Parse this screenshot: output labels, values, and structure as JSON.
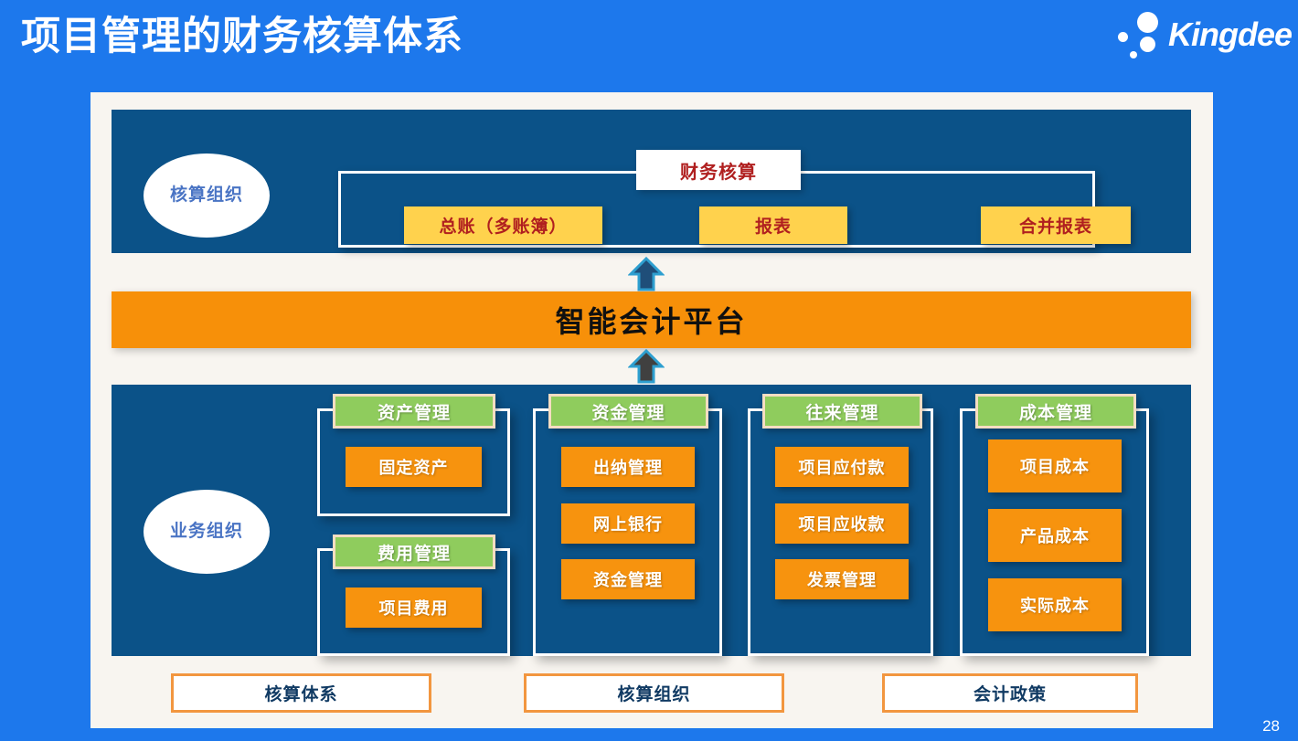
{
  "header": {
    "title": "项目管理的财务核算体系",
    "logo_text": "Kingdee",
    "logo_icon": "kingdee-dots-logo"
  },
  "page_number": "28",
  "colors": {
    "background_blue": "#1d78ec",
    "canvas": "#f8f5f0",
    "navy_panel": "#0b5288",
    "orange_band": "#f79009",
    "orange_box": "#f7930e",
    "green_head": "#8fcc5d",
    "yellow_box": "#ffd24d",
    "dark_red_text": "#b01f1f",
    "oval_text_blue": "#4a74c4",
    "foot_border": "#f2963f",
    "foot_text": "#103a63"
  },
  "top_section": {
    "oval_label": "核算组织",
    "group_label": "财务核算",
    "items": [
      {
        "label": "总账（多账簿）"
      },
      {
        "label": "报表"
      },
      {
        "label": "合并报表"
      }
    ]
  },
  "platform_band": {
    "label": "智能会计平台"
  },
  "arrows": [
    {
      "name": "arrow-up-to-accounting",
      "direction": "up",
      "fill": "#1f4e79",
      "stroke": "#2e9fd0"
    },
    {
      "name": "arrow-up-to-platform",
      "direction": "up",
      "fill": "#404040",
      "stroke": "#2e9fd0"
    }
  ],
  "bottom_section": {
    "oval_label": "业务组织",
    "columns": [
      {
        "groups": [
          {
            "head": "资产管理",
            "items": [
              "固定资产"
            ]
          },
          {
            "head": "费用管理",
            "items": [
              "项目费用"
            ]
          }
        ]
      },
      {
        "groups": [
          {
            "head": "资金管理",
            "items": [
              "出纳管理",
              "网上银行",
              "资金管理"
            ]
          }
        ]
      },
      {
        "groups": [
          {
            "head": "往来管理",
            "items": [
              "项目应付款",
              "项目应收款",
              "发票管理"
            ]
          }
        ]
      },
      {
        "groups": [
          {
            "head": "成本管理",
            "items": [
              "项目成本",
              "产品成本",
              "实际成本"
            ]
          }
        ]
      }
    ]
  },
  "footer_boxes": [
    {
      "label": "核算体系"
    },
    {
      "label": "核算组织"
    },
    {
      "label": "会计政策"
    }
  ]
}
